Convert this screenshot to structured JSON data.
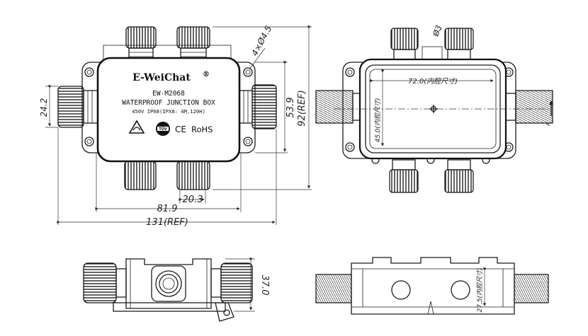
{
  "label": {
    "brand": "E-WeiChat",
    "registered": "®",
    "model": "EW-M2068",
    "title": "WATERPROOF JUNCTION BOX",
    "spec": "450V  IP68(IPX8: 4M,120H)",
    "ce": "CE",
    "rohs": "RoHS",
    "tuv": "TÜV"
  },
  "dimensions": {
    "holes": "4×Ø4.5",
    "gland_height": "24.2",
    "body_height": "53.9",
    "overall_height": "92(REF)",
    "gland_spacing": "20.3",
    "body_length": "81.9",
    "overall_length": "131(REF)",
    "inner_length": "72.0(内腔尺寸)",
    "inner_width": "45.0(内腔尺寸)",
    "section_marker": "A",
    "side_height": "37.0",
    "section_height": "27.5(内腔尺寸)",
    "top_dia": "Ø3"
  }
}
